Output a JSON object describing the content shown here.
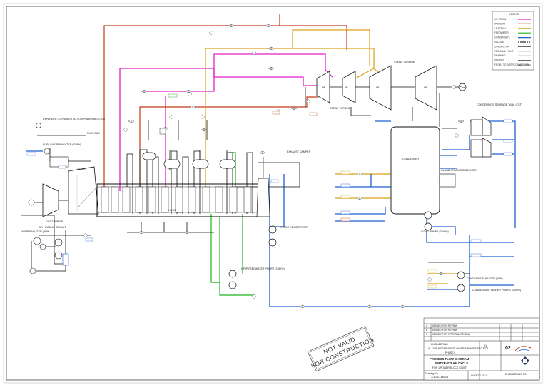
{
  "colors": {
    "hp_steam": "#e020c8",
    "ip_steam": "#c43a1a",
    "lp_steam": "#d9a019",
    "feedwater": "#1fb41f",
    "condensate": "#1f5fd0",
    "vacuum": "#333333",
    "line_black": "#111111"
  },
  "legend": {
    "title": "LEGEND",
    "items": [
      "HP STEAM",
      "IP STEAM",
      "LP STEAM",
      "FEEDWATER",
      "CONDENSATE",
      "VACUUM",
      "CONDUCTOR",
      "TERMINAL POINT",
      "DRAINING",
      "VENTING",
      "FROM / TO INTERCONNECTION"
    ]
  },
  "labels": {
    "hp_turbine": "HP",
    "ip_turbine": "IP",
    "lp_turbine_a": "LP",
    "lp_turbine_b": "LP",
    "steam_turbine": "STEAM TURBINE",
    "steam_turbine_top": "STEAM TURBINE",
    "condenser": "CONDENSER",
    "gas_turbine": "GAS TURBINE",
    "air_preheater": "AIR PREHEATER (APH)",
    "fuel_gas_preheater": "FUEL GAS PREHEATER (FGPH)",
    "expander": "EXPANDER (EXPANDER ACTION POWER BLOCKS)",
    "hrsg": "HRSG",
    "stack": "STACK",
    "lp_eco": "LP ECO RECIRC PUMP",
    "hp_feed_pumps": "HP/IP FEEDWATER PUMPS (2x50%)",
    "cond_pumps": "COND PUMPS (2x50%)",
    "gland_cond": "GLAND STEAM CONDENSER",
    "cond_storage": "CONDENSATE STORAGE TANK (CST)",
    "cond_heater": "CONDENSATE HEATER (FPH)",
    "cond_heater_pumps": "CONDENSATE HEATER PUMPS (2x50%)",
    "fuel_gas": "FUEL GAS",
    "exhaust_damper": "EXHAUST DAMPER",
    "air_heating": "AIR HEATING CIRCUIT"
  },
  "title_block": {
    "revisions": [
      {
        "rev": "C",
        "desc": "ISSUED FOR REVIEW"
      },
      {
        "rev": "B",
        "desc": "ISSUED FOR REVIEW"
      },
      {
        "rev": "A",
        "desc": "ISSUED FOR INTERNAL REVIEW"
      }
    ],
    "client": "ENGINEERING",
    "project": "AL-DUR INDEPENDENT WATER & POWER PROJECT",
    "phase": "PHASE II",
    "title_1": "PROCESS FLOW DIAGRAM",
    "title_2": "WATER-STEAM CYCLE",
    "title_3": "FOR 1 POWER BLOCK (GAST)",
    "size": "A1",
    "revision": "02",
    "drawing_no_label": "Drawing No.",
    "drawing_no": "7710-3-1440-01",
    "sheet": "SHEET 1 OF 1",
    "company": "ENGINEERING CO."
  },
  "stamp": {
    "line1": "NOT VALID",
    "line2": "FOR CONSTRUCTION"
  }
}
